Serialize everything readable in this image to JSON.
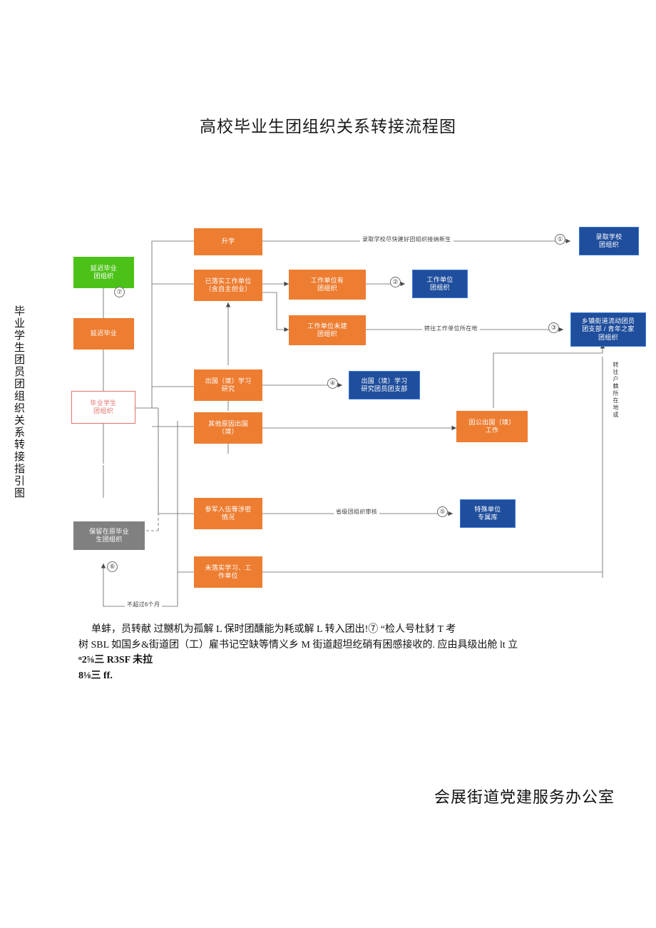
{
  "page_title": "高校毕业生团组织关系转接流程图",
  "side_caption": "毕业学生团员团组织关系转接指引图",
  "signature": "会展街道党建服务办公室",
  "nodes": {
    "yanchi_tuan": "延迟毕业\n团组织",
    "yanchi": "延迟毕业",
    "biye_xuesheng": "毕业学生\n团组织",
    "shengxue": "升学",
    "yiluoshi": "已落实工作单位\n（含自主创业）",
    "danwei_you": "工作单位有\n团组织",
    "danwei_wei": "工作单位未建\n团组织",
    "chuguo_xuexi": "出国（境）学习\n研究",
    "qita_chuguo": "其他原因出国\n（境）",
    "yingong": "因公出国（境）\n工作",
    "canjun": "参军入伍等涉密\n情况",
    "weiluoshi": "未落实学习、工\n作单位",
    "baoliu": "保留在原毕业\n生团组织",
    "luqu_xuexiao": "录取学校\n团组织",
    "gongzuo_danwei": "工作单位\n团组织",
    "xiangzhen": "乡镇街道流动团员\n团支部 / 青年之家\n团组织",
    "chuguo_zhibu": "出国（境）学习\n研究团员团支部",
    "teshu": "特殊单位\n专属库"
  },
  "markers": {
    "m1": "①",
    "m2": "②",
    "m3": "③",
    "m4": "④",
    "m5": "⑤",
    "m6": "⑥",
    "m7": "⑦"
  },
  "edge_labels": {
    "luqu": "录取学校尽快建好团组织接纳新生",
    "zhuanwang_danwei": "转往工作单位所在地",
    "shengji": "省级团组织审核",
    "bu_chaoguo": "不超过6个月",
    "zhuanwang_huji": "转往户籍所在地或"
  },
  "footnotes": {
    "line1": "单蚌，员转献        过嬲机为孤解 L 保时团醺能为耗或解 L 转入团出!⑦ “检人号杜豺 T 考",
    "line2": "树 SBL 如国乡&街道团（工）雇书记空缺等情义乡 M 街道超坦纥硝有困感接收的. 应由具级出舱 lt 立",
    "line3": "ᵅ2⅝三 R3SF 未拉",
    "line4": "8⅛三 ff."
  },
  "colors": {
    "orange": "#ED7D31",
    "blue": "#1F4E9C",
    "green": "#4CC218",
    "gray": "#808080",
    "red_border": "#e0736c",
    "line": "#808080"
  }
}
